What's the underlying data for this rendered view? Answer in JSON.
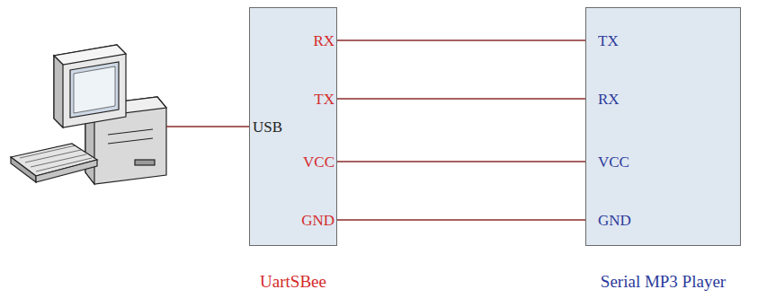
{
  "diagram": {
    "nodes": [
      {
        "text": [
          "UartSBee"
        ]
      },
      {
        "text": [
          "Serial MP3 Player"
        ]
      }
    ],
    "edges": [
      {
        "from": 0,
        "to": 1,
        "arrow": "none"
      },
      {
        "from": 0,
        "to": 1,
        "arrow": "none"
      },
      {
        "from": 0,
        "to": 1,
        "arrow": "none"
      },
      {
        "from": 0,
        "to": 1,
        "arrow": "none"
      }
    ],
    "labels": [
      "RX",
      "TX",
      "VCC",
      "GND",
      "USB",
      "TX",
      "RX",
      "VCC",
      "GND"
    ]
  }
}
